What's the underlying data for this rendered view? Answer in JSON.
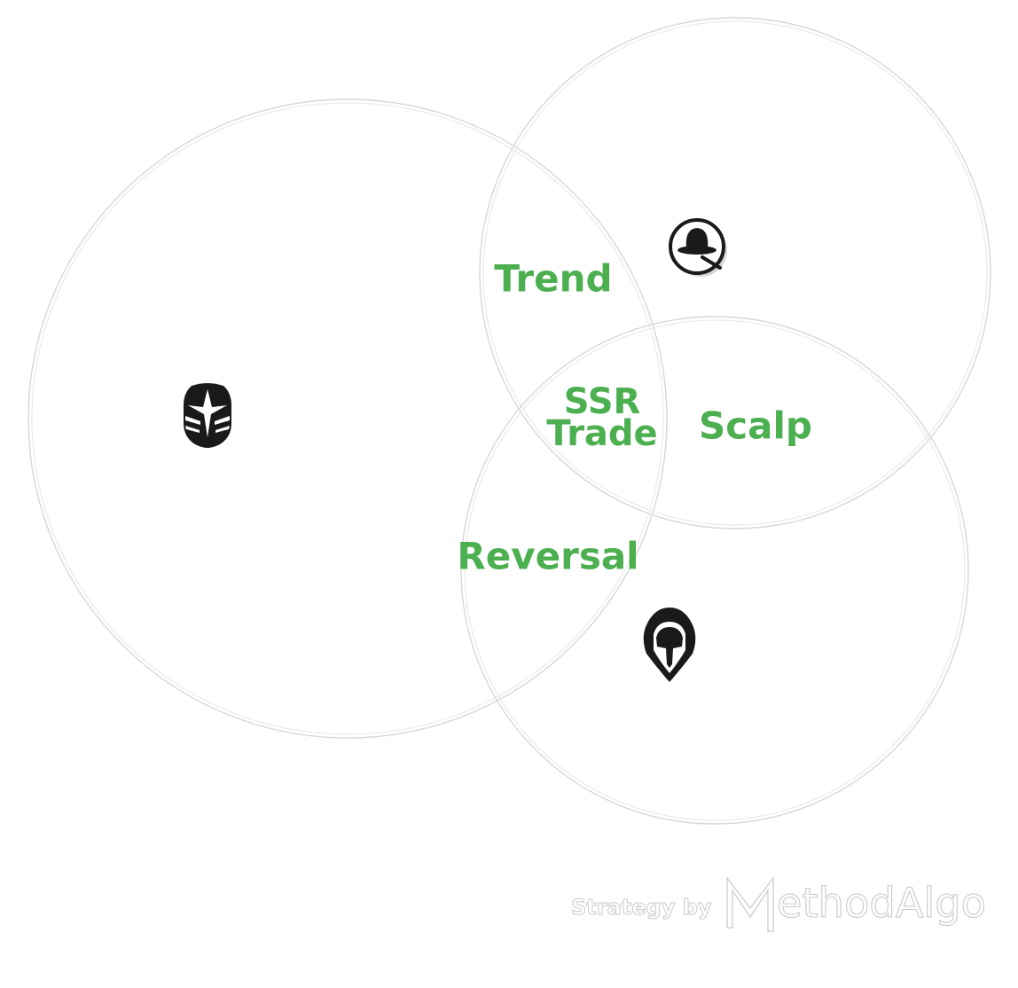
{
  "diagram": {
    "type": "venn",
    "labels": {
      "trend": "Trend",
      "scalp": "Scalp",
      "reversal": "Reversal",
      "center_line1": "SSR",
      "center_line2": "Trade"
    },
    "icons": {
      "left_circle": "knight-helmet-icon",
      "top_circle": "bowler-hat-icon",
      "bottom_circle": "hooded-figure-icon"
    }
  },
  "footer": {
    "prefix": "Strategy by",
    "brand": "MethodAlgo"
  },
  "colors": {
    "label": "#4caf50",
    "circle_stroke": "#d8d8d8",
    "icon": "#1a1a1a",
    "footer_outline": "#c9c9c9"
  }
}
